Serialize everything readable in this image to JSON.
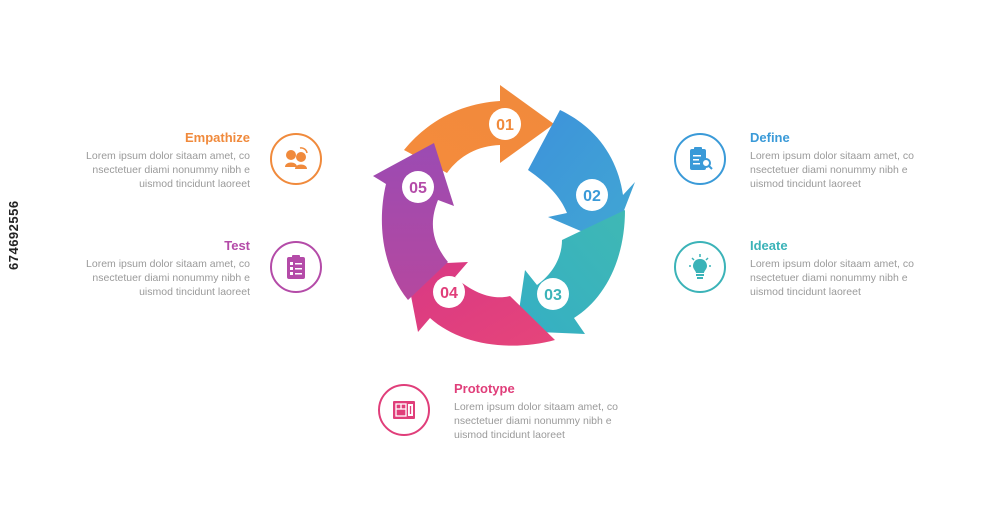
{
  "steps": [
    {
      "id": "empathize",
      "number": "01",
      "title": "Empathize",
      "color": "#F08A3C",
      "icon": "two-heads-icon",
      "desc": "Lorem ipsum dolor sitaam amet, co\nnsectetuer diami nonummy  nibh e\nuismod tincidunt laoreet"
    },
    {
      "id": "define",
      "number": "02",
      "title": "Define",
      "color": "#3A9AD8",
      "icon": "clipboard-search-icon",
      "desc": "Lorem ipsum dolor sitaam amet, co\nnsectetuer diami nonummy  nibh e\nuismod tincidunt laoreet"
    },
    {
      "id": "ideate",
      "number": "03",
      "title": "Ideate",
      "color": "#3BB3B8",
      "icon": "lightbulb-icon",
      "desc": "Lorem ipsum dolor sitaam amet, co\nnsectetuer diami nonummy  nibh e\nuismod tincidunt laoreet"
    },
    {
      "id": "prototype",
      "number": "04",
      "title": "Prototype",
      "color": "#E03E7A",
      "icon": "blueprint-icon",
      "desc": "Lorem ipsum dolor sitaam amet, co\nnsectetuer diami nonummy  nibh e\nuismod tincidunt laoreet"
    },
    {
      "id": "test",
      "number": "05",
      "title": "Test",
      "color": "#B44BA8",
      "icon": "checklist-icon",
      "desc": "Lorem ipsum dolor sitaam amet, co\nnsectetuer diami nonummy  nibh e\nuismod tincidunt laoreet"
    }
  ],
  "side_id": "674692556"
}
